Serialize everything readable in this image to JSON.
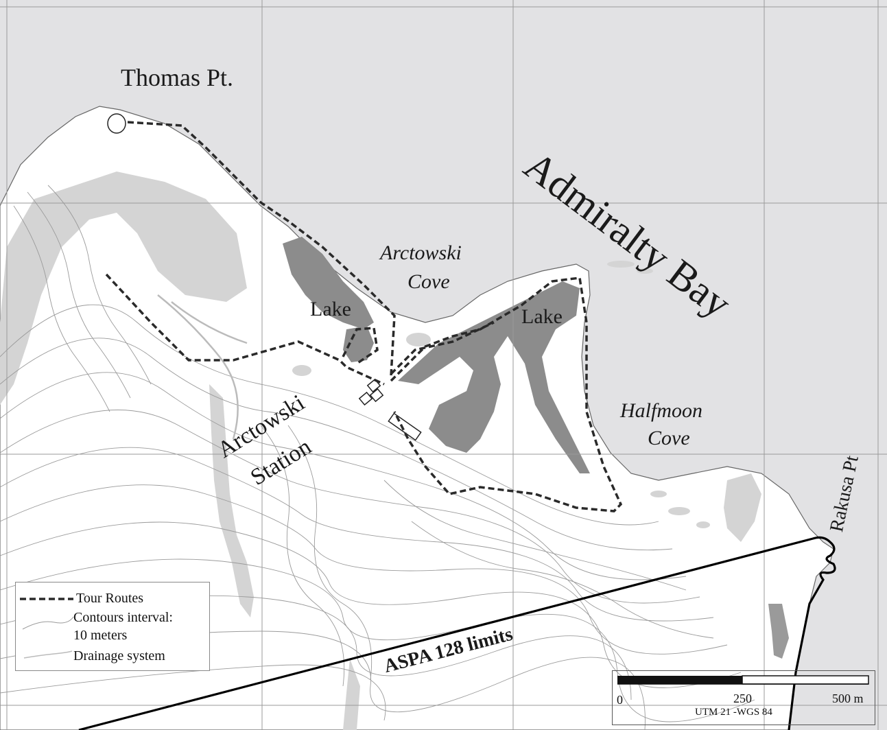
{
  "labels": {
    "thomas_pt": "Thomas Pt.",
    "admiralty_bay": "Admiralty Bay",
    "arctowski_cove_line1": "Arctowski",
    "arctowski_cove_line2": "Cove",
    "lake_west": "Lake",
    "lake_east": "Lake",
    "halfmoon_cove_line1": "Halfmoon",
    "halfmoon_cove_line2": "Cove",
    "arctowski_station_line1": "Arctowski",
    "arctowski_station_line2": "Station",
    "rakusa_pt": "Rakusa Pt",
    "aspa_limits": "ASPA 128 limits"
  },
  "legend": {
    "tour_routes": "Tour Routes",
    "contours_line1": "Contours interval:",
    "contours_line2": "10 meters",
    "drainage": "Drainage system"
  },
  "scale": {
    "tick_0": "0",
    "tick_mid": "250",
    "tick_end": "500 m",
    "projection": "UTM 21 -WGS 84"
  },
  "colors": {
    "sea": "#e2e2e4",
    "land": "#ffffff",
    "lake": "#8c8c8c",
    "light_vegetation": "#d4d4d4",
    "grid": "#9a9a9a",
    "route": "#2a2a2a"
  }
}
